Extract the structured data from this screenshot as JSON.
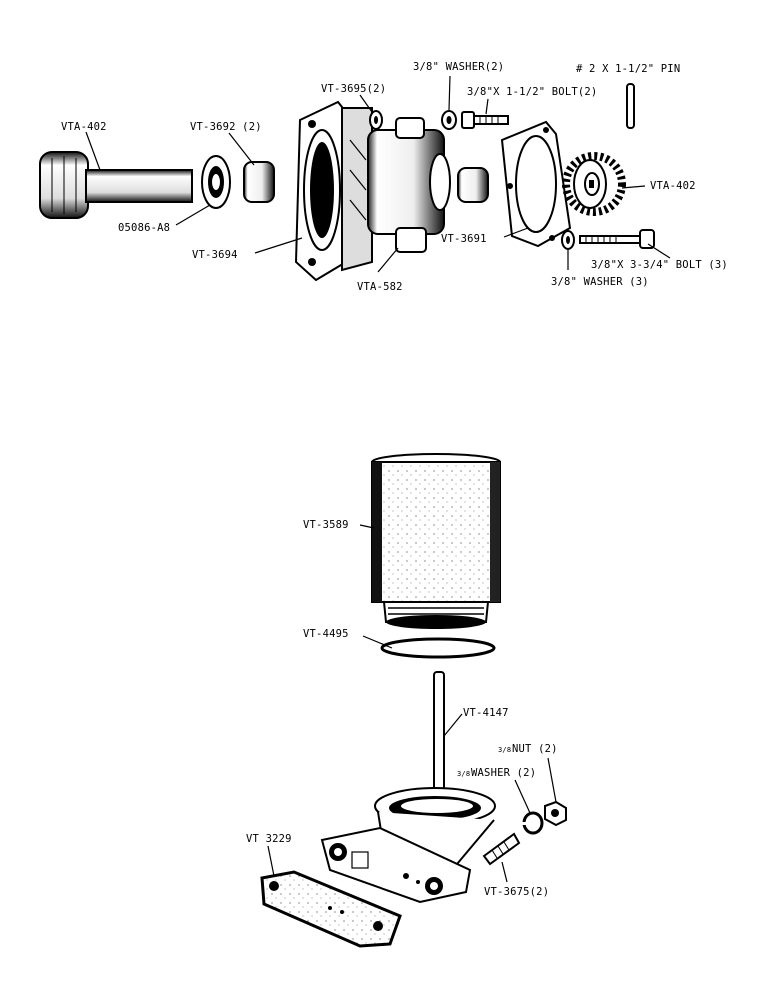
{
  "upper_assembly": {
    "labels": {
      "shaft_gear_left": "VTA-402",
      "bushing": "VT-3692 (2)",
      "bearing": "05086-A8",
      "cover_plate": "VT-3694",
      "screw_top": "VT-3695(2)",
      "pump_body": "VTA-582",
      "washer_top": "3/8\" WASHER(2)",
      "bolt_short": "3/8\"X 1-1/2\" BOLT(2)",
      "pin": "# 2 X 1-1/2\" PIN",
      "gasket": "VT-3691",
      "gear_right": "VTA-402",
      "bolt_long": "3/8\"X 3-3/4\" BOLT (3)",
      "washer_bottom": "3/8\" WASHER (3)"
    }
  },
  "lower_assembly": {
    "labels": {
      "filter_element": "VT-3589",
      "seal_ring": "VT-4495",
      "center_stud": "VT-4147",
      "nut": "NUT (2)",
      "nut_fraction": "3/8",
      "washer": "WASHER (2)",
      "washer_fraction": "3/8",
      "gasket": "VT 3229",
      "stud": "VT-3675(2)"
    }
  }
}
